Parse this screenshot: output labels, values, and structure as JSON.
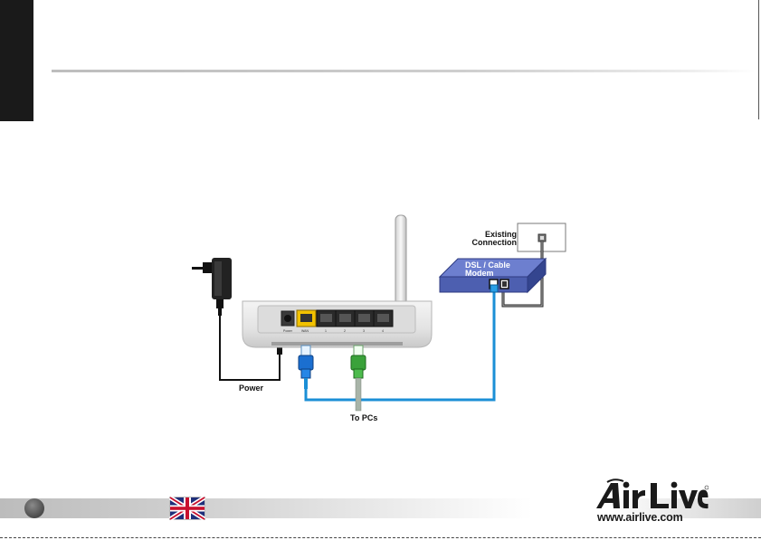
{
  "diagram": {
    "existing_connection": [
      "Existing",
      "Connection"
    ],
    "modem": [
      "DSL / Cable",
      "Modem"
    ],
    "power_label": "Power",
    "pcs_label": "To PCs",
    "port_labels": [
      "Power",
      "WAN",
      "1",
      "2",
      "3",
      "4"
    ]
  },
  "footer": {
    "brand": "Air Live",
    "url": "www.airlive.com"
  },
  "colors": {
    "cable_blue": "#1b8fd6",
    "cable_green": "#3aa23a",
    "wan_port": "#f2c200",
    "modem_blue": "#4d5fb0"
  }
}
